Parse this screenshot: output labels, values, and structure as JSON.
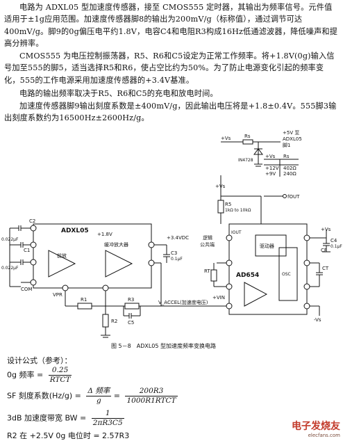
{
  "paragraphs": [
    "电路为 ADXL05 型加速度传感器，接至 CMOS555 定时器，其输出为频率信号。元件值适用于±1g应用范围。加速度传感器脚8的输出为200mV/g（标称值），通过调节可达400mV/g。脚9的0g偏压电平约1.8V，电容C4和电阻R3构成16Hz低通滤波器，降低噪声和提高分辨率。",
    "CMOS555 为电压控制振荡器，R5、R6和C5设定为正常工作频率。将+1.8V(0g)输入信号加至555的脚5，适当选择R5和R6，使占空比约为50%。为了防止电源变化引起的频率变化，555的工作电源采用加速度传感器的+3.4V基准。",
    "电路的输出频率取决于R5、R6和C5的充电和放电时间。",
    "加速度传感器脚9输出刻度系数是±400mV/g，因此输出电压将是+1.8±0.4V。555脚3输出刻度系数约为16500Hz±2600Hz/g。"
  ],
  "circuit": {
    "caption": "图 5－8　ADXL05 型加速度频率变换电路",
    "chip1": "ADXL05",
    "chip2": "AD654",
    "block_preamp": "前放",
    "block_buffer": "缓冲放大器",
    "block_osc": "OSC",
    "block_driver": "驱动器",
    "label_logic": "逻辑",
    "label_common": "公共端",
    "accel_label": "V_ACCEL(加速度电压)",
    "vs_note": "+5V 至",
    "vs_note2": "ADXL05",
    "vs_note3": "脚1",
    "table_hdr_vs": "+Vs",
    "table_hdr_rs": "Rs",
    "table_rows": [
      [
        "+12V",
        "402Ω"
      ],
      [
        "+9V",
        "240Ω"
      ]
    ],
    "r1_label": "R1",
    "r2_label": "R2",
    "r3_label": "R3",
    "rs_label": "Rs",
    "rt_label": "RT",
    "r5_label": "R5",
    "r5_range": "1kΩ to 10kΩ",
    "c1_label": "C1",
    "c1_val": "0.022μF",
    "c2_label": "C2",
    "c3_label": "C3",
    "c3_val": "0.1μF",
    "c4_label": "C4",
    "c4_val": "0.1μF",
    "c5_label": "C5",
    "ct_label": "CT",
    "cf_label": "CF",
    "c1b_val": "0.022μF",
    "zener": "IN4728",
    "plus_vs": "+Vs",
    "plus_34": "+3.4VDC",
    "plus_18": "+1.8V",
    "com": "COM",
    "vpr": "VPR",
    "vin": "+VIN",
    "fout": "fOUT",
    "iout": "IOUT",
    "vs_neg": "-Vs"
  },
  "formulas": {
    "heading": "设计公式（参考）：",
    "f1_left": "0g 频率 =",
    "f1_num": "0.25",
    "f1_den": "RTCT",
    "f2_left": "SF 刻度系数(Hz/g) =",
    "f2_num1": "Δ 频率",
    "f2_den1": "g",
    "f2_eq": "=",
    "f2_num2": "200R3",
    "f2_den2": "1000R1RTCT",
    "f3_left": "3dB 加速度带宽 BW =",
    "f3_num": "1",
    "f3_den": "2πR3C5",
    "f4": "R2 在 +2.5V 0g 电位时 = 2.57R3"
  },
  "watermark": {
    "main": "电子发烧友",
    "sub": "elecfans.com"
  }
}
